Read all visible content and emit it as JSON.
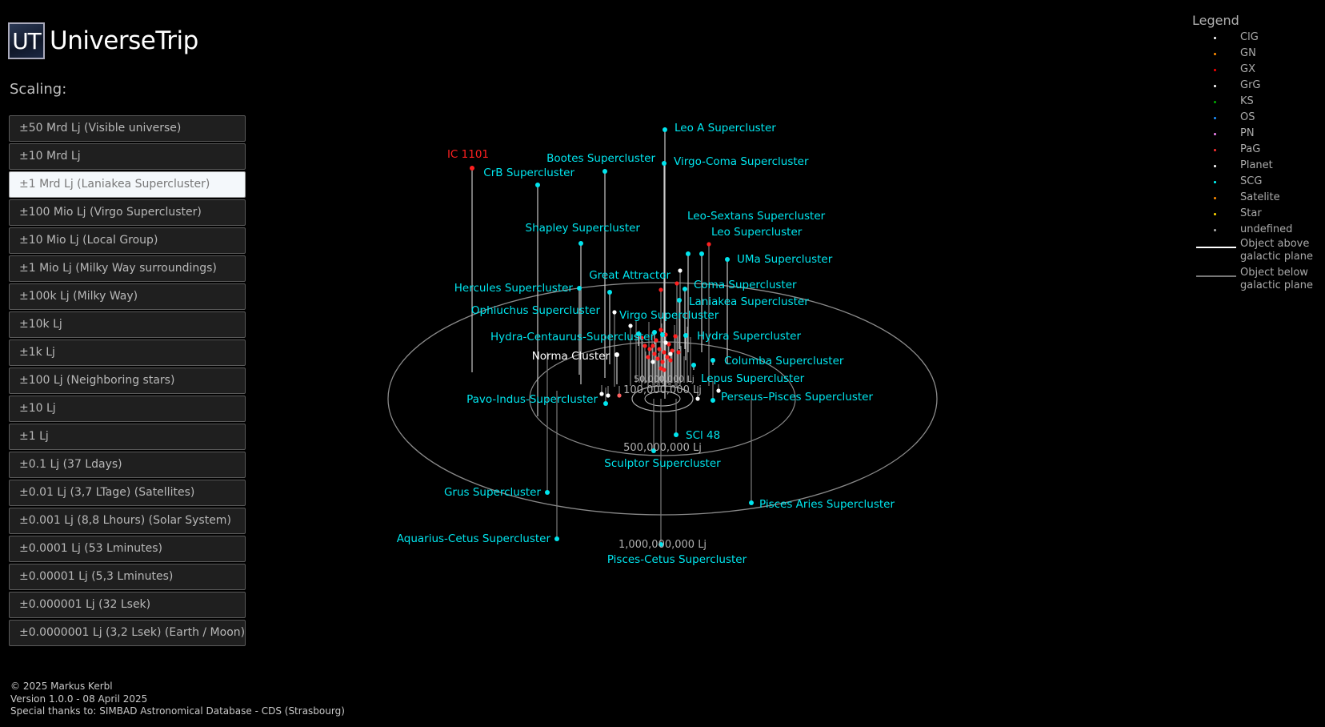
{
  "app": {
    "logo_mark": "UT",
    "logo_text": "UniverseTrip"
  },
  "sidebar": {
    "scaling_label": "Scaling:",
    "active_index": 2,
    "scales": [
      "±50 Mrd Lj (Visible universe)",
      "±10 Mrd Lj",
      "±1 Mrd Lj (Laniakea Supercluster)",
      "±100 Mio Lj (Virgo Supercluster)",
      "±10 Mio Lj (Local Group)",
      "±1 Mio Lj (Milky Way surroundings)",
      "±100k Lj (Milky Way)",
      "±10k Lj",
      "±1k Lj",
      "±100 Lj (Neighboring stars)",
      "±10 Lj",
      "±1 Lj",
      "±0.1 Lj (37 Ldays)",
      "±0.01 Lj (3,7 LTage) (Satellites)",
      "±0.001 Lj (8,8 Lhours) (Solar System)",
      "±0.0001 Lj (53 Lminutes)",
      "±0.00001 Lj (5,3 Lminutes)",
      "±0.000001 Lj (32 Lsek)",
      "±0.0000001 Lj (3,2 Lsek) (Earth / Moon)"
    ]
  },
  "footer": {
    "copyright": "© 2025 Markus Kerbl",
    "version": "Version 1.0.0 - 08 April 2025",
    "thanks": "Special thanks to: SIMBAD Astronomical Database - CDS (Strasbourg)"
  },
  "legend": {
    "title": "Legend",
    "items": [
      {
        "label": "ClG",
        "color": "#ffffff"
      },
      {
        "label": "GN",
        "color": "#ff8c00"
      },
      {
        "label": "GX",
        "color": "#ff0000"
      },
      {
        "label": "GrG",
        "color": "#ffffff"
      },
      {
        "label": "KS",
        "color": "#00aa00"
      },
      {
        "label": "OS",
        "color": "#1e90ff"
      },
      {
        "label": "PN",
        "color": "#ee82ee"
      },
      {
        "label": "PaG",
        "color": "#ff3030"
      },
      {
        "label": "Planet",
        "color": "#ffffff"
      },
      {
        "label": "SCG",
        "color": "#00ffff"
      },
      {
        "label": "Satelite",
        "color": "#ff8c00"
      },
      {
        "label": "Star",
        "color": "#ffd700"
      },
      {
        "label": "undefined",
        "color": "#aaaaaa"
      }
    ],
    "lines": [
      {
        "label": "Object above galactic plane",
        "color": "#ffffff"
      },
      {
        "label": "Object below galactic plane",
        "color": "#777777"
      }
    ]
  },
  "map": {
    "ring_labels": [
      {
        "id": "r500",
        "text": "500,000,000 Lj"
      },
      {
        "id": "r1000",
        "text": "1,000,000,000 Lj"
      },
      {
        "id": "r100",
        "text": "100,000,000 Lj"
      },
      {
        "id": "r50",
        "text": "50,000,000 Lj"
      }
    ],
    "objects": [
      {
        "name": "Leo A Supercluster",
        "color": "#00e5ee"
      },
      {
        "name": "Virgo-Coma Supercluster",
        "color": "#00e5ee"
      },
      {
        "name": "Bootes Supercluster",
        "color": "#00e5ee"
      },
      {
        "name": "CrB Supercluster",
        "color": "#00e5ee"
      },
      {
        "name": "IC 1101",
        "color": "#ff2020"
      },
      {
        "name": "Leo-Sextans Supercluster",
        "color": "#00e5ee"
      },
      {
        "name": "Leo Supercluster",
        "color": "#00e5ee"
      },
      {
        "name": "Shapley Supercluster",
        "color": "#00e5ee"
      },
      {
        "name": "UMa Supercluster",
        "color": "#00e5ee"
      },
      {
        "name": "Great Attractor",
        "color": "#00e5ee"
      },
      {
        "name": "Coma Supercluster",
        "color": "#00e5ee"
      },
      {
        "name": "Hercules Supercluster",
        "color": "#00e5ee"
      },
      {
        "name": "Laniakea Supercluster",
        "color": "#00e5ee"
      },
      {
        "name": "Ophiuchus Supercluster",
        "color": "#00e5ee"
      },
      {
        "name": "Virgo Supercluster",
        "color": "#00e5ee"
      },
      {
        "name": "Hydra-Centaurus-Supercluster",
        "color": "#00e5ee"
      },
      {
        "name": "Hydra Supercluster",
        "color": "#00e5ee"
      },
      {
        "name": "Norma Cluster",
        "color": "#ffffff"
      },
      {
        "name": "Columba Supercluster",
        "color": "#00e5ee"
      },
      {
        "name": "Lepus Supercluster",
        "color": "#00e5ee"
      },
      {
        "name": "Pavo-Indus-Supercluster",
        "color": "#00e5ee"
      },
      {
        "name": "Perseus–Pisces Supercluster",
        "color": "#00e5ee"
      },
      {
        "name": "SCl 48",
        "color": "#00e5ee"
      },
      {
        "name": "Sculptor Supercluster",
        "color": "#00e5ee"
      },
      {
        "name": "Grus Supercluster",
        "color": "#00e5ee"
      },
      {
        "name": "Pisces Aries Supercluster",
        "color": "#00e5ee"
      },
      {
        "name": "Aquarius-Cetus Supercluster",
        "color": "#00e5ee"
      },
      {
        "name": "Pisces-Cetus Supercluster",
        "color": "#00e5ee"
      }
    ]
  }
}
